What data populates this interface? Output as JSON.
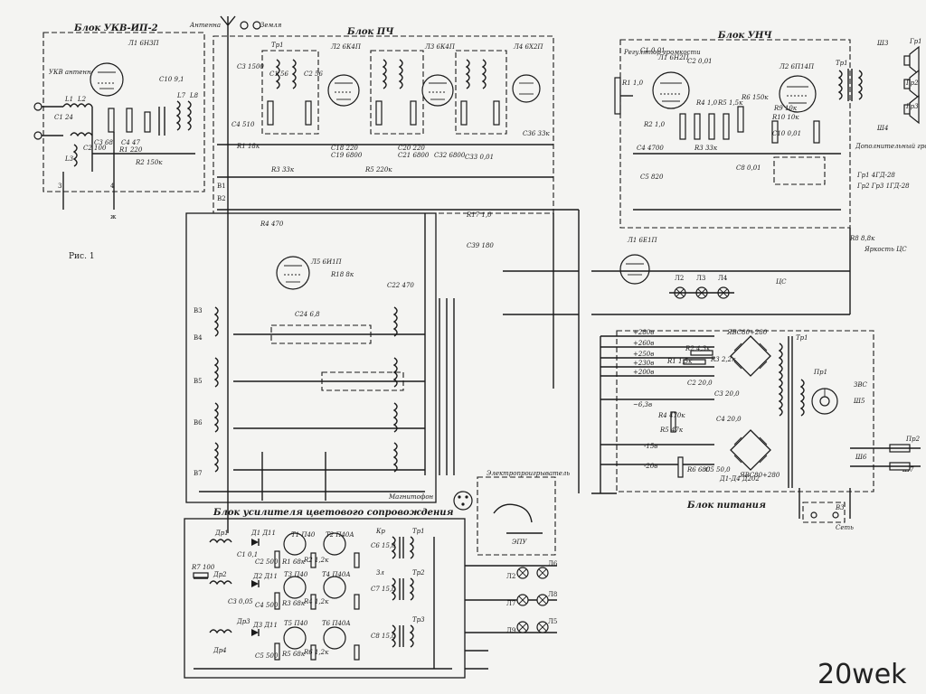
{
  "blocks": {
    "ukv": "Блок УКВ-ИП-2",
    "pch": "Блок ПЧ",
    "unch": "Блок УНЧ",
    "power": "Блок питания",
    "color": "Блок усилителя цветового сопровождения"
  },
  "figure_caption": "Рис. 1",
  "watermark": "20wek",
  "labels": {
    "ukv_antenna": "УКВ антенна",
    "antenna": "Антенна",
    "ground": "Земля",
    "volume": "Регулятор громкости",
    "extra_speaker": "Дополнительный громкоговоритель",
    "speakers": "Гр1 4ГД-28",
    "speakers2": "Гр2 Гр3 1ГД-28",
    "brightness": "Яркость ЦС",
    "magnetophone": "Магнитофон",
    "turntable": "Электропроигрыватель",
    "epu": "ЭПУ",
    "network": "Сеть",
    "zvs": "ЗВС",
    "mains_transformer": "ЯВС80+280",
    "power_diodes": "Д1-Д4 Д202",
    "cs_switch": "ЦС"
  },
  "tubes": [
    {
      "id": "ukv",
      "label": "Л1 6Н3П"
    },
    {
      "id": "pch1",
      "label": "Л2 6К4П"
    },
    {
      "id": "pch2",
      "label": "Л3 6К4П"
    },
    {
      "id": "pch3",
      "label": "Л4 6Х2П"
    },
    {
      "id": "mix",
      "label": "Л5 6И1П"
    },
    {
      "id": "unch1",
      "label": "Л1 6Н2П"
    },
    {
      "id": "unch2",
      "label": "Л2 6П14П"
    },
    {
      "id": "ind",
      "label": "Л1 6Е1П"
    }
  ],
  "transistors": [
    {
      "id": "t1",
      "label": "Т1 П40"
    },
    {
      "id": "t2",
      "label": "Т2 П40А"
    },
    {
      "id": "t3",
      "label": "Т3 П40"
    },
    {
      "id": "t4",
      "label": "Т4 П40А"
    },
    {
      "id": "t5",
      "label": "Т5 П40"
    },
    {
      "id": "t6",
      "label": "Т6 П40А"
    }
  ],
  "lamps": [
    "Л2",
    "Л3",
    "Л4",
    "Л5",
    "Л6",
    "Л7",
    "Л8",
    "Л9"
  ],
  "power_rails": [
    "+280в",
    "+260в",
    "+250в",
    "+230в",
    "+200в",
    "~6,3в",
    "-15в",
    "-20в"
  ],
  "parts": {
    "ukv": [
      "C1 24",
      "L1",
      "L2",
      "C2 100",
      "L3",
      "C3 68",
      "C4 47",
      "R1 220",
      "R2 150к",
      "C10 9,1",
      "L7",
      "L8"
    ],
    "pch": [
      "Тр1",
      "C1 56",
      "C2 56",
      "C3 1500",
      "C4 510",
      "R1 18к",
      "C18 220",
      "C19 6800",
      "C20 220",
      "C21 6800",
      "C32 6800",
      "R3 33к",
      "R4 470",
      "R5 220к",
      "C33 0,01",
      "C36 33к",
      "R17 1,0",
      "C39 180",
      "R18 8к",
      "C22 470",
      "C24 6,8"
    ],
    "unch": [
      "C1 0,01",
      "C2 0,01",
      "R1 1,0",
      "R2 1,0",
      "R3 33к",
      "C4 4700",
      "C5 820",
      "R4 1,0",
      "R5 1,5к",
      "C8 0,01",
      "R9 10к",
      "R10 10к",
      "C10 0,01",
      "R6 150к",
      "R8 8,8к",
      "Тр1",
      "Ш3",
      "Ш4",
      "Гр1",
      "Гр2",
      "Гр3"
    ],
    "power": [
      "R1 1,5к",
      "R2 4,3к",
      "R3 2,2к",
      "C2 20,0",
      "C3 20,0",
      "R4 470к",
      "R5 47к",
      "C4 20,0",
      "R6 680",
      "C5 50,0",
      "Тр1",
      "Пр1",
      "Пр2",
      "Ш5",
      "Ш6",
      "Ш7",
      "В3"
    ],
    "color": [
      "Др1",
      "Д1 Д11",
      "C1 0,1",
      "C2 500",
      "R1 68к",
      "R2 1,2к",
      "Др2",
      "Д2 Д11",
      "C3 0,05",
      "Др3",
      "C4 500",
      "R3 68к",
      "R4 1,2к",
      "Др4",
      "Д3 Д11",
      "C5 500",
      "R5 68к",
      "R6 1,2к",
      "R7 100",
      "Тр1",
      "Тр2",
      "Тр3",
      "Кр",
      "Зл",
      "С6 15,0",
      "С7 15,0",
      "С8 15,0"
    ]
  }
}
